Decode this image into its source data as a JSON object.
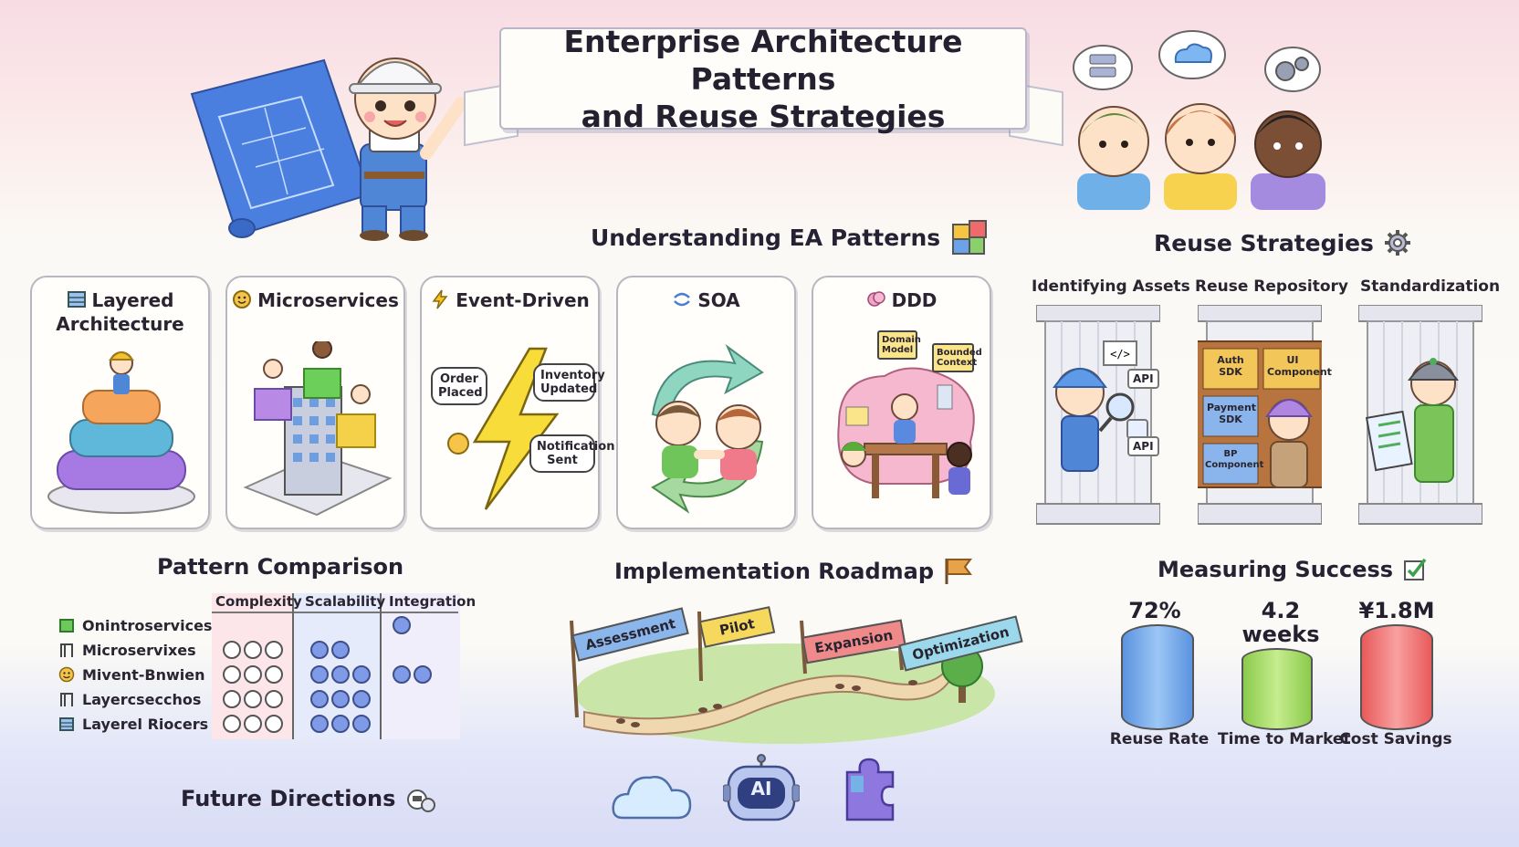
{
  "title": {
    "line1": "Enterprise Architecture Patterns",
    "line2": "and Reuse Strategies"
  },
  "patterns": {
    "title": "Understanding EA Patterns",
    "cards": [
      {
        "label_line1": "Layered",
        "label_line2": "Architecture"
      },
      {
        "label": "Microservices"
      },
      {
        "label": "Event-Driven",
        "bubbles": [
          "Order Placed",
          "Inventory Updated",
          "Notification Sent"
        ]
      },
      {
        "label": "SOA"
      },
      {
        "label": "DDD",
        "notes": [
          "Domain Model",
          "Bounded Context"
        ]
      }
    ]
  },
  "reuse": {
    "title": "Reuse Strategies",
    "pillars": [
      {
        "label": "Identifying Assets",
        "tags": [
          "API",
          "API"
        ]
      },
      {
        "label": "Reuse Repository",
        "shelves": [
          "Auth SDK",
          "UI Component",
          "Payment SDK",
          "BP Component"
        ]
      },
      {
        "label": "Standardization"
      }
    ]
  },
  "comparison": {
    "title": "Pattern Comparison",
    "columns": [
      "Complexity",
      "Scalability",
      "Integration"
    ],
    "rows": [
      {
        "label": "Onintroservices",
        "icon": "green-cube-icon",
        "complexity": 0,
        "scalability": 0,
        "integration": 1
      },
      {
        "label": "Microservixes",
        "icon": "gate-icon",
        "complexity": 3,
        "scalability": 2,
        "integration": 0
      },
      {
        "label": "Mivent-Bnwien",
        "icon": "smiley-icon",
        "complexity": 3,
        "scalability": 3,
        "integration": 2
      },
      {
        "label": "Layercsecchos",
        "icon": "gate-icon",
        "complexity": 3,
        "scalability": 3,
        "integration": 0
      },
      {
        "label": "Layerel Riocers",
        "icon": "layers-icon",
        "complexity": 3,
        "scalability": 3,
        "integration": 0
      }
    ]
  },
  "roadmap": {
    "title": "Implementation Roadmap",
    "stages": [
      "Assessment",
      "Pilot",
      "Expansion",
      "Optimization"
    ]
  },
  "metrics": {
    "title": "Measuring Success",
    "items": [
      {
        "value": "72%",
        "label": "Reuse Rate",
        "color": "#6fa5e8"
      },
      {
        "value_line1": "4.2",
        "value_line2": "weeks",
        "label": "Time to Market",
        "color": "#9bd65c"
      },
      {
        "value": "¥1.8M",
        "label": "Cost Savings",
        "color": "#ee6b6b"
      }
    ]
  },
  "future": {
    "title": "Future Directions",
    "ai_label": "AI"
  }
}
